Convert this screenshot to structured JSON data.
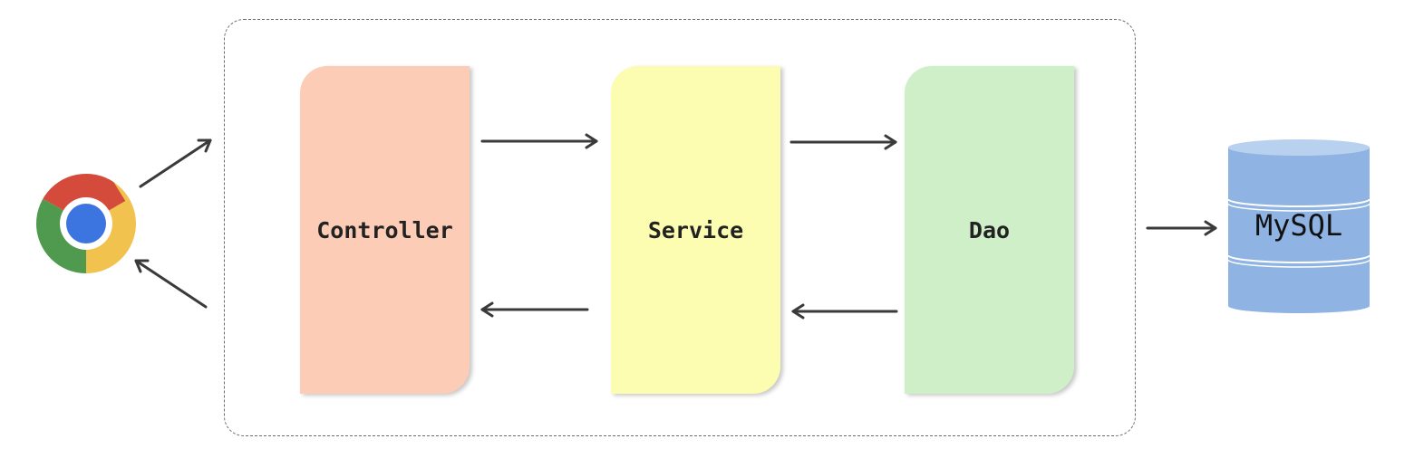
{
  "diagram": {
    "layers": [
      {
        "id": "controller",
        "label": "Controller",
        "color": "#fdccb6"
      },
      {
        "id": "service",
        "label": "Service",
        "color": "#fdfdb1"
      },
      {
        "id": "dao",
        "label": "Dao",
        "color": "#cfefc8"
      }
    ],
    "database": {
      "label": "MySQL",
      "color": "#8fb4e3",
      "top_color": "#b8d1ef"
    },
    "client": {
      "icon": "chrome-browser-icon"
    },
    "arrow_color": "#3a3a3a",
    "border_color": "#6e6e6e"
  }
}
